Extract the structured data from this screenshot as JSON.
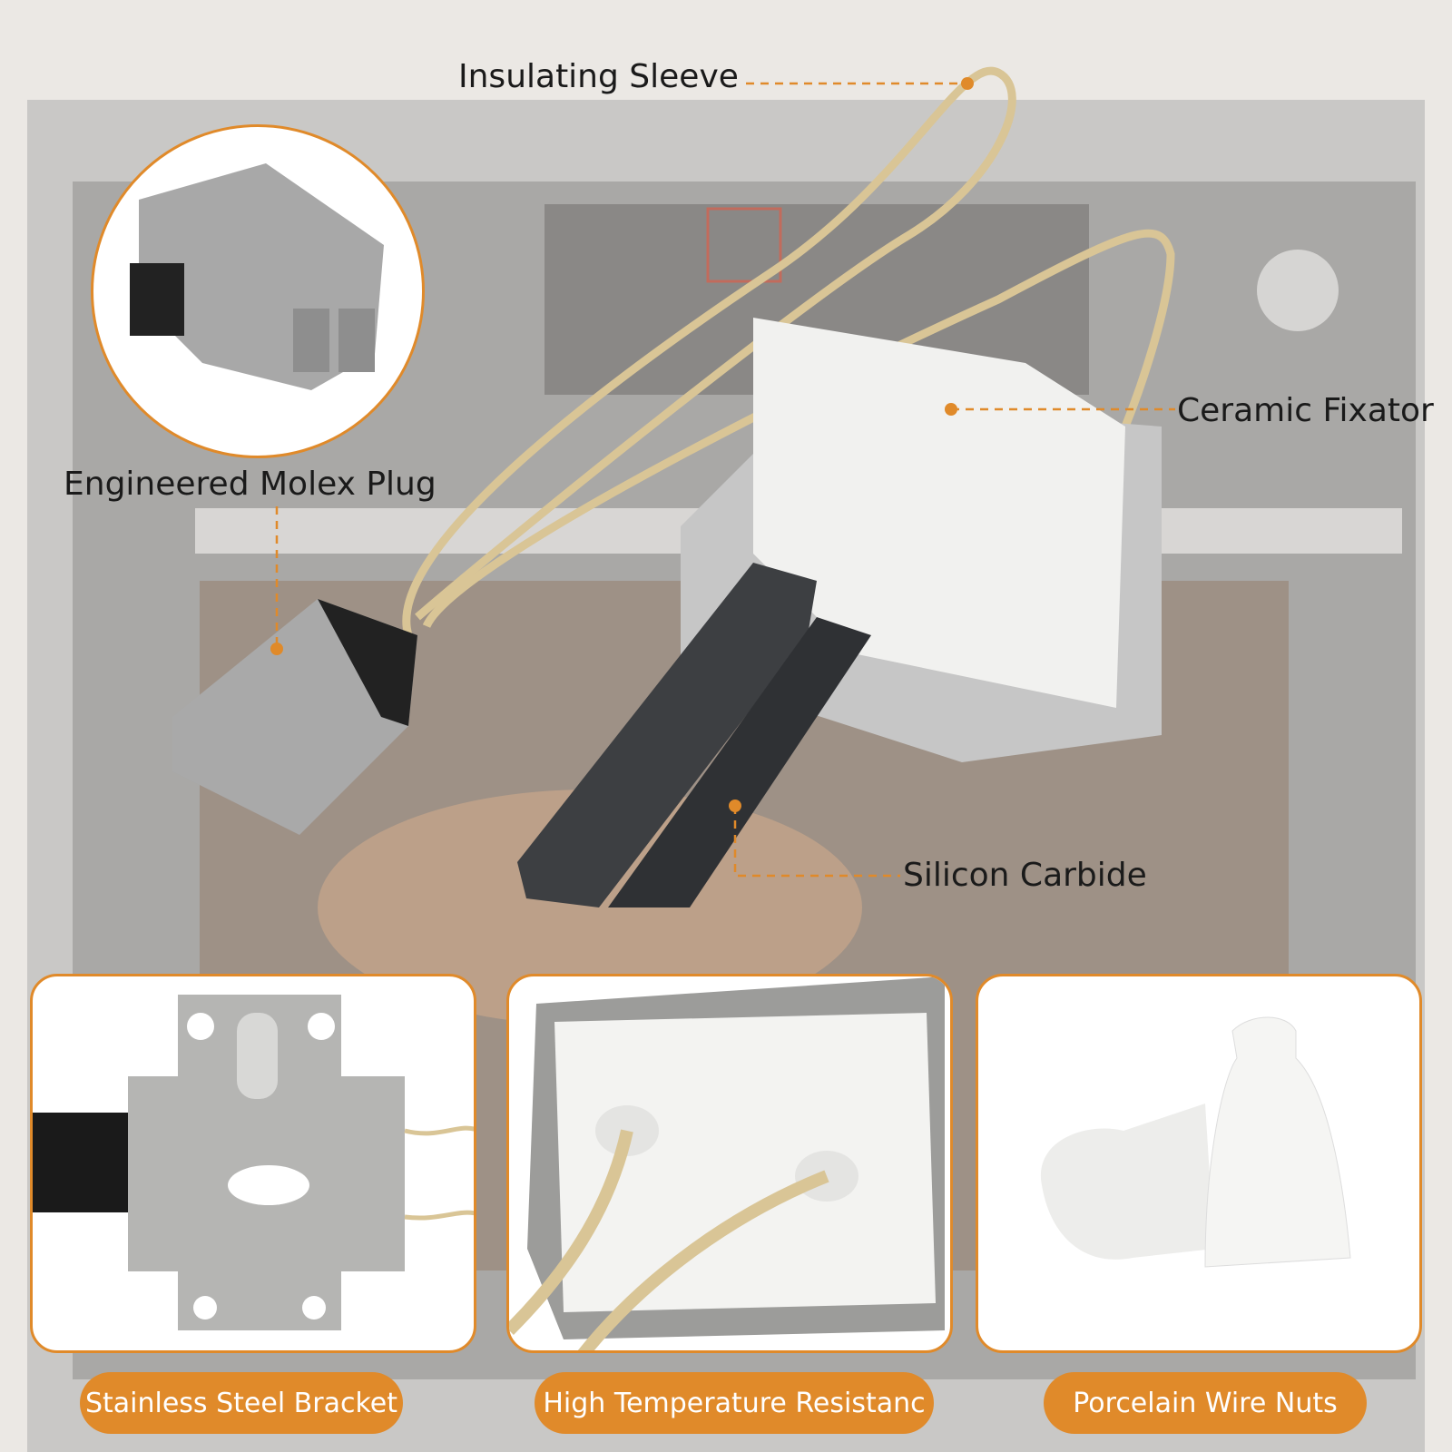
{
  "callouts": {
    "insulating_sleeve": "Insulating Sleeve",
    "molex_plug": "Engineered Molex Plug",
    "ceramic_fixator": "Ceramic Fixator",
    "silicon_carbide": "Silicon Carbide"
  },
  "features": [
    {
      "label": "Stainless Steel Bracket"
    },
    {
      "label": "High Temperature Resistanc"
    },
    {
      "label": "Porcelain Wire Nuts"
    }
  ],
  "colors": {
    "accent": "#e08a2a",
    "wire": "#d9c596",
    "carbide": "#3d3f42",
    "ceramic": "#f4f4f2",
    "plug": "#a9a9a9"
  }
}
